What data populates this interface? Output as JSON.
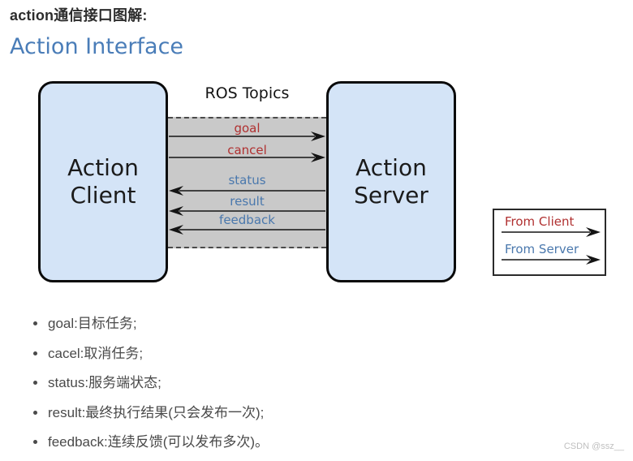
{
  "page": {
    "title": "action通信接口图解:",
    "heading": "Action Interface",
    "watermark": "CSDN @ssz__"
  },
  "diagram": {
    "ros_topics_label": "ROS Topics",
    "client_label": "Action\nClient",
    "server_label": "Action\nServer",
    "topics": [
      {
        "label": "goal",
        "from": "client",
        "direction": "right"
      },
      {
        "label": "cancel",
        "from": "client",
        "direction": "right"
      },
      {
        "label": "status",
        "from": "server",
        "direction": "left"
      },
      {
        "label": "result",
        "from": "server",
        "direction": "left"
      },
      {
        "label": "feedback",
        "from": "server",
        "direction": "left"
      }
    ],
    "legend": {
      "from_client": "From Client",
      "from_server": "From Server"
    },
    "colors": {
      "client_topic_text": "#b03030",
      "server_topic_text": "#4a78ad",
      "node_fill": "#d4e4f7",
      "node_border": "#0a0a0a",
      "band_fill": "#c9c9c9",
      "heading_blue": "#4a7db8"
    }
  },
  "notes": [
    "goal:目标任务;",
    "cacel:取消任务;",
    "status:服务端状态;",
    "result:最终执行结果(只会发布一次);",
    "feedback:连续反馈(可以发布多次)。"
  ]
}
